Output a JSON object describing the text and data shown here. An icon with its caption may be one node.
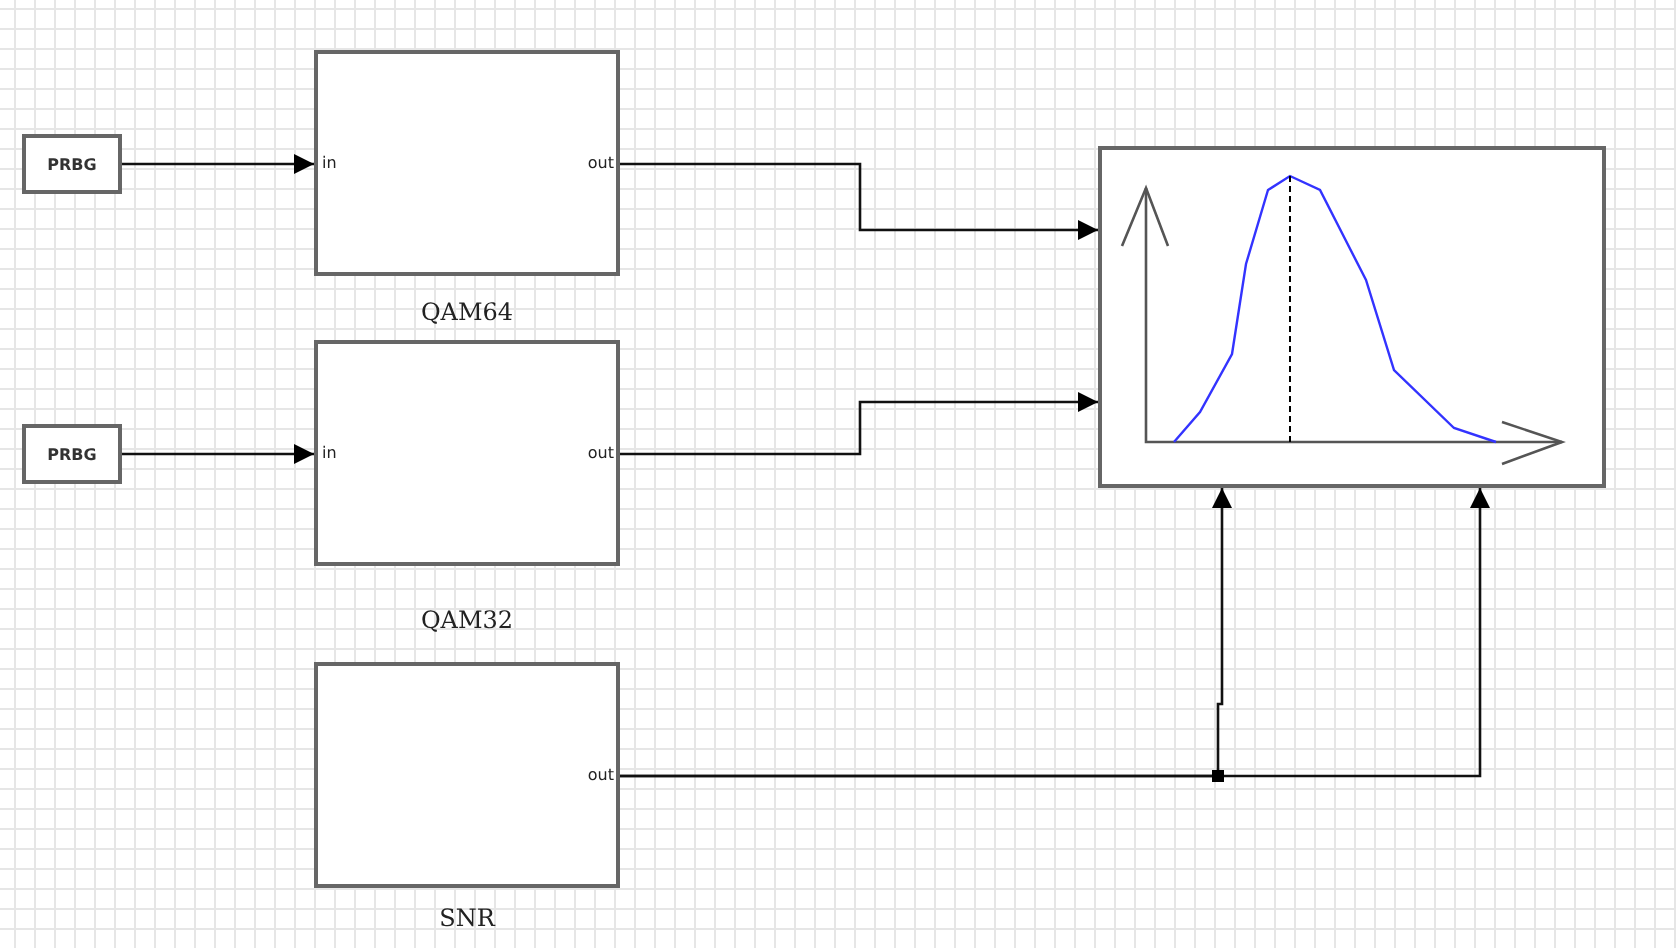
{
  "diagram": {
    "nodes": [
      {
        "text": [
          "PRBG"
        ]
      },
      {
        "text": [
          "in",
          "out"
        ],
        "beside": [
          "QAM64"
        ]
      },
      {
        "text": [
          "PRBG"
        ]
      },
      {
        "text": [
          "in",
          "out"
        ],
        "beside": [
          "QAM32"
        ]
      },
      {
        "text": [
          "out"
        ],
        "beside": [
          "SNR"
        ]
      },
      {
        "text": [],
        "shape": "picture"
      }
    ],
    "edges": [
      {
        "from": 0,
        "to": 1,
        "arrow": "to"
      },
      {
        "from": 2,
        "to": 3,
        "arrow": "to"
      },
      {
        "from": 1,
        "to": 5,
        "arrow": "to"
      },
      {
        "from": 3,
        "to": 5,
        "arrow": "to"
      },
      {
        "from": 4,
        "to": 5,
        "arrow": "to"
      },
      {
        "from": 4,
        "to": 5,
        "arrow": "to"
      }
    ]
  }
}
